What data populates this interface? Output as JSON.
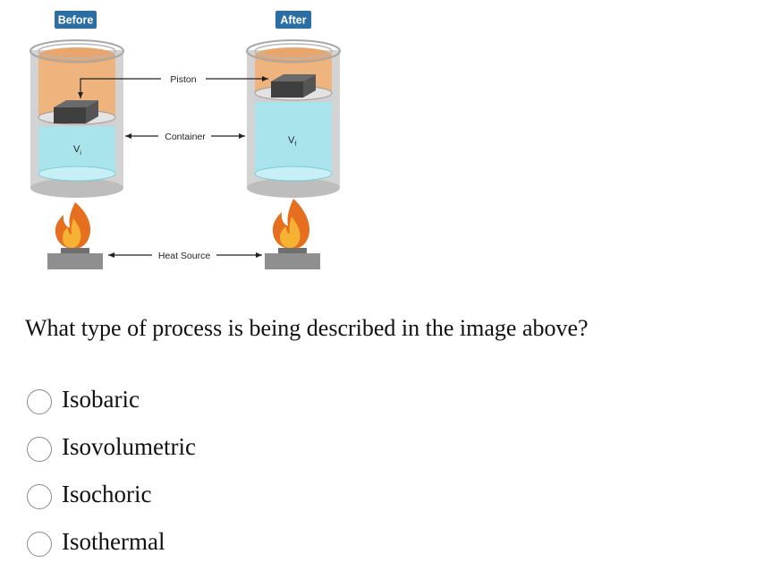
{
  "diagram": {
    "before_label": "Before",
    "after_label": "After",
    "piston_label": "Piston",
    "container_label": "Container",
    "heat_source_label": "Heat Source",
    "volume_initial": "V",
    "volume_initial_sub": "i",
    "volume_final": "V",
    "volume_final_sub": "f",
    "colors": {
      "badge": "#2a6ea3",
      "gas": "#a9e4ec",
      "air": "#efb47e",
      "cylinder": "#c9c9c9",
      "piston": "#4f4f4f",
      "flame_outer": "#e56f1f",
      "flame_inner": "#f7b233",
      "burner": "#8f8f8f"
    }
  },
  "question": {
    "text": "What type of process is being described in the image above?"
  },
  "options": [
    {
      "label": "Isobaric",
      "selected": false
    },
    {
      "label": "Isovolumetric",
      "selected": false
    },
    {
      "label": "Isochoric",
      "selected": false
    },
    {
      "label": "Isothermal",
      "selected": false
    }
  ]
}
